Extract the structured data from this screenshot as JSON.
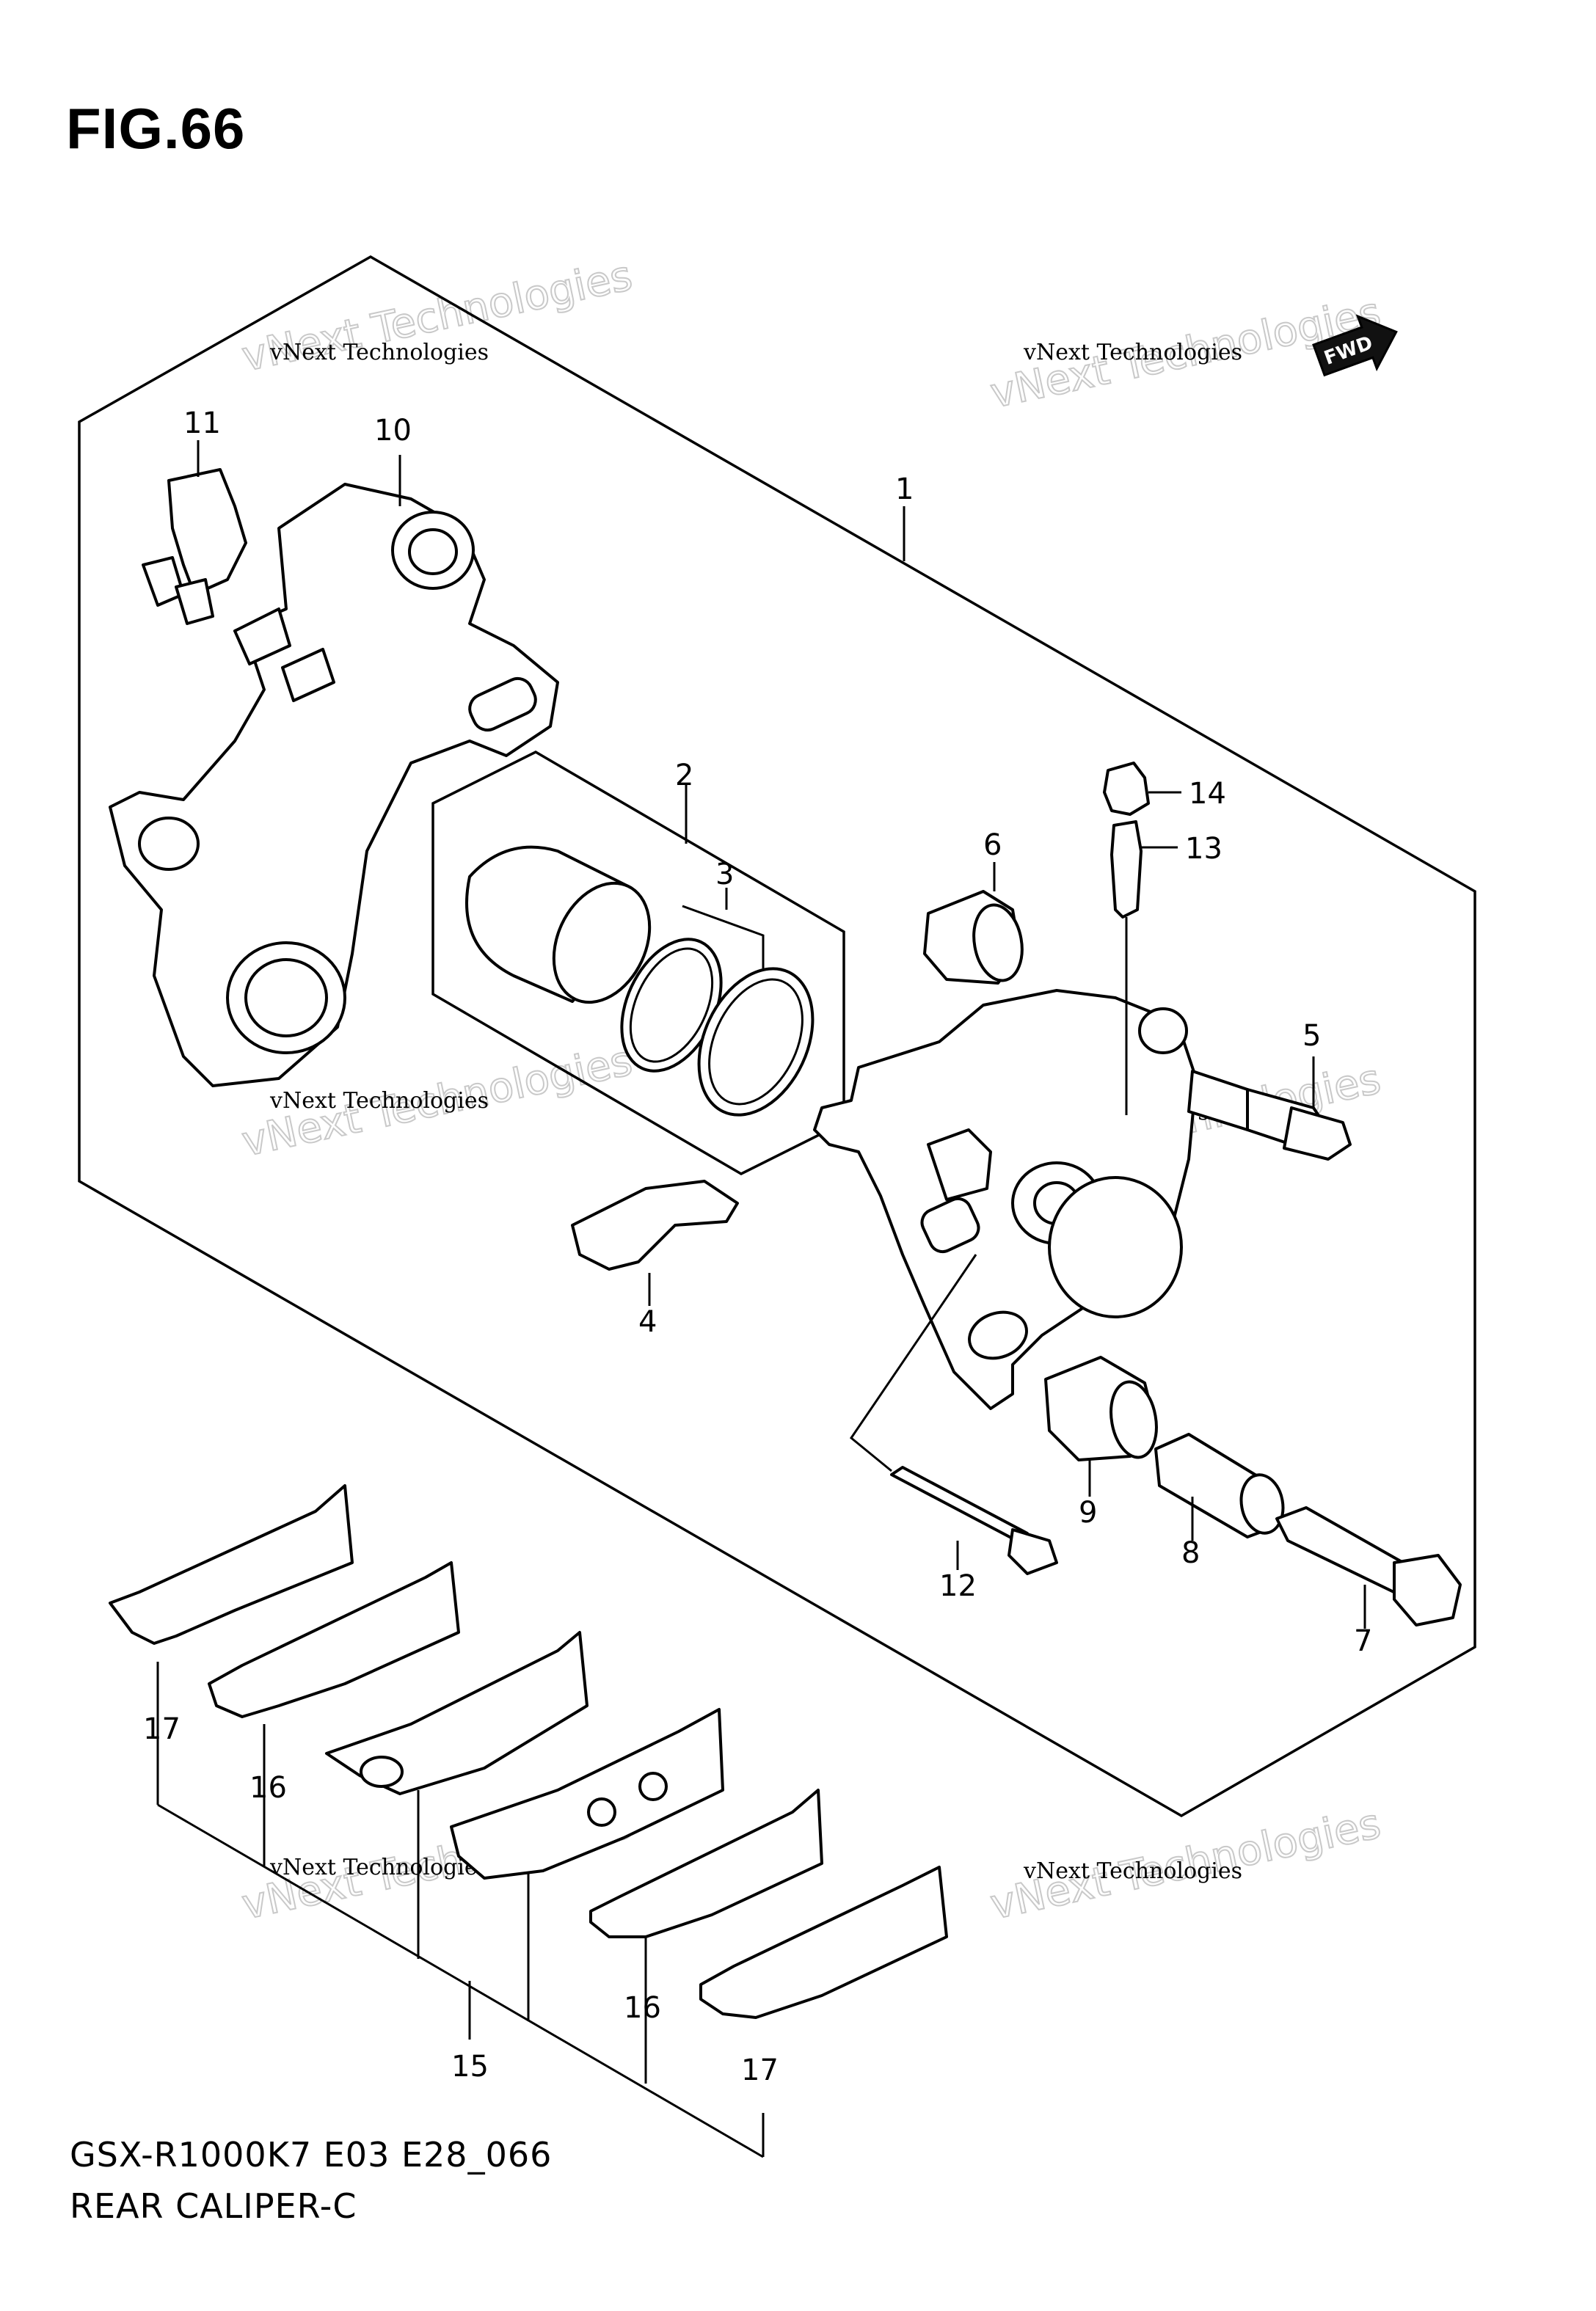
{
  "figure": {
    "title": "FIG.66"
  },
  "footer": {
    "model_code": "GSX-R1000K7 E03 E28_066",
    "diagram_name": "REAR CALIPER-C"
  },
  "direction_badge": {
    "label": "FWD",
    "icon": "fwd-arrow-icon"
  },
  "watermark": {
    "small_text": "vNext Technologies",
    "big_text": "vNext Technologies"
  },
  "callouts": [
    {
      "id": "1",
      "label": "1"
    },
    {
      "id": "2",
      "label": "2"
    },
    {
      "id": "3",
      "label": "3"
    },
    {
      "id": "4",
      "label": "4"
    },
    {
      "id": "5",
      "label": "5"
    },
    {
      "id": "6",
      "label": "6"
    },
    {
      "id": "7",
      "label": "7"
    },
    {
      "id": "8",
      "label": "8"
    },
    {
      "id": "9",
      "label": "9"
    },
    {
      "id": "10",
      "label": "10"
    },
    {
      "id": "11",
      "label": "11"
    },
    {
      "id": "12",
      "label": "12"
    },
    {
      "id": "13",
      "label": "13"
    },
    {
      "id": "14",
      "label": "14"
    },
    {
      "id": "15",
      "label": "15"
    },
    {
      "id": "16a",
      "label": "16"
    },
    {
      "id": "16b",
      "label": "16"
    },
    {
      "id": "17a",
      "label": "17"
    },
    {
      "id": "17b",
      "label": "17"
    }
  ]
}
